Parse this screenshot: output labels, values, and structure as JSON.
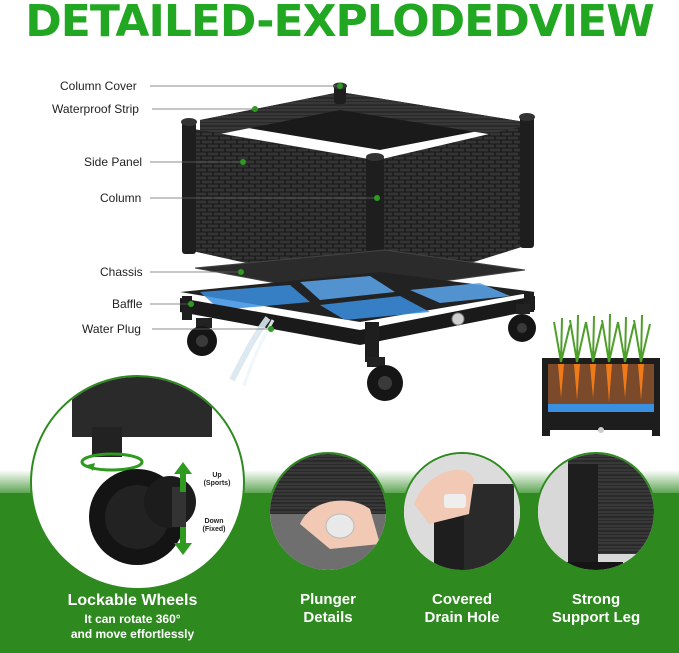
{
  "header": {
    "title": "DETAILED-EXPLODEDVIEW"
  },
  "callouts": [
    {
      "label": "Column Cover"
    },
    {
      "label": "Waterproof Strip"
    },
    {
      "label": "Side Panel"
    },
    {
      "label": "Column"
    },
    {
      "label": "Chassis"
    },
    {
      "label": "Baffle"
    },
    {
      "label": "Water Plug"
    }
  ],
  "wheel_detail": {
    "up_label": "Up",
    "up_sub": "(Sports)",
    "down_label": "Down",
    "down_sub": "(Fixed)"
  },
  "features": [
    {
      "title": "Lockable Wheels",
      "subtitle_1": "It can rotate 360°",
      "subtitle_2": "and move effortlessly"
    },
    {
      "title_1": "Plunger",
      "title_2": "Details"
    },
    {
      "title_1": "Covered",
      "title_2": "Drain Hole"
    },
    {
      "title_1": "Strong",
      "title_2": "Support Leg"
    }
  ],
  "colors": {
    "brand_green": "#22a722",
    "band_green": "#2e8a1f",
    "water_blue": "#3b8fe0",
    "planter_black": "#1d1d1d"
  }
}
